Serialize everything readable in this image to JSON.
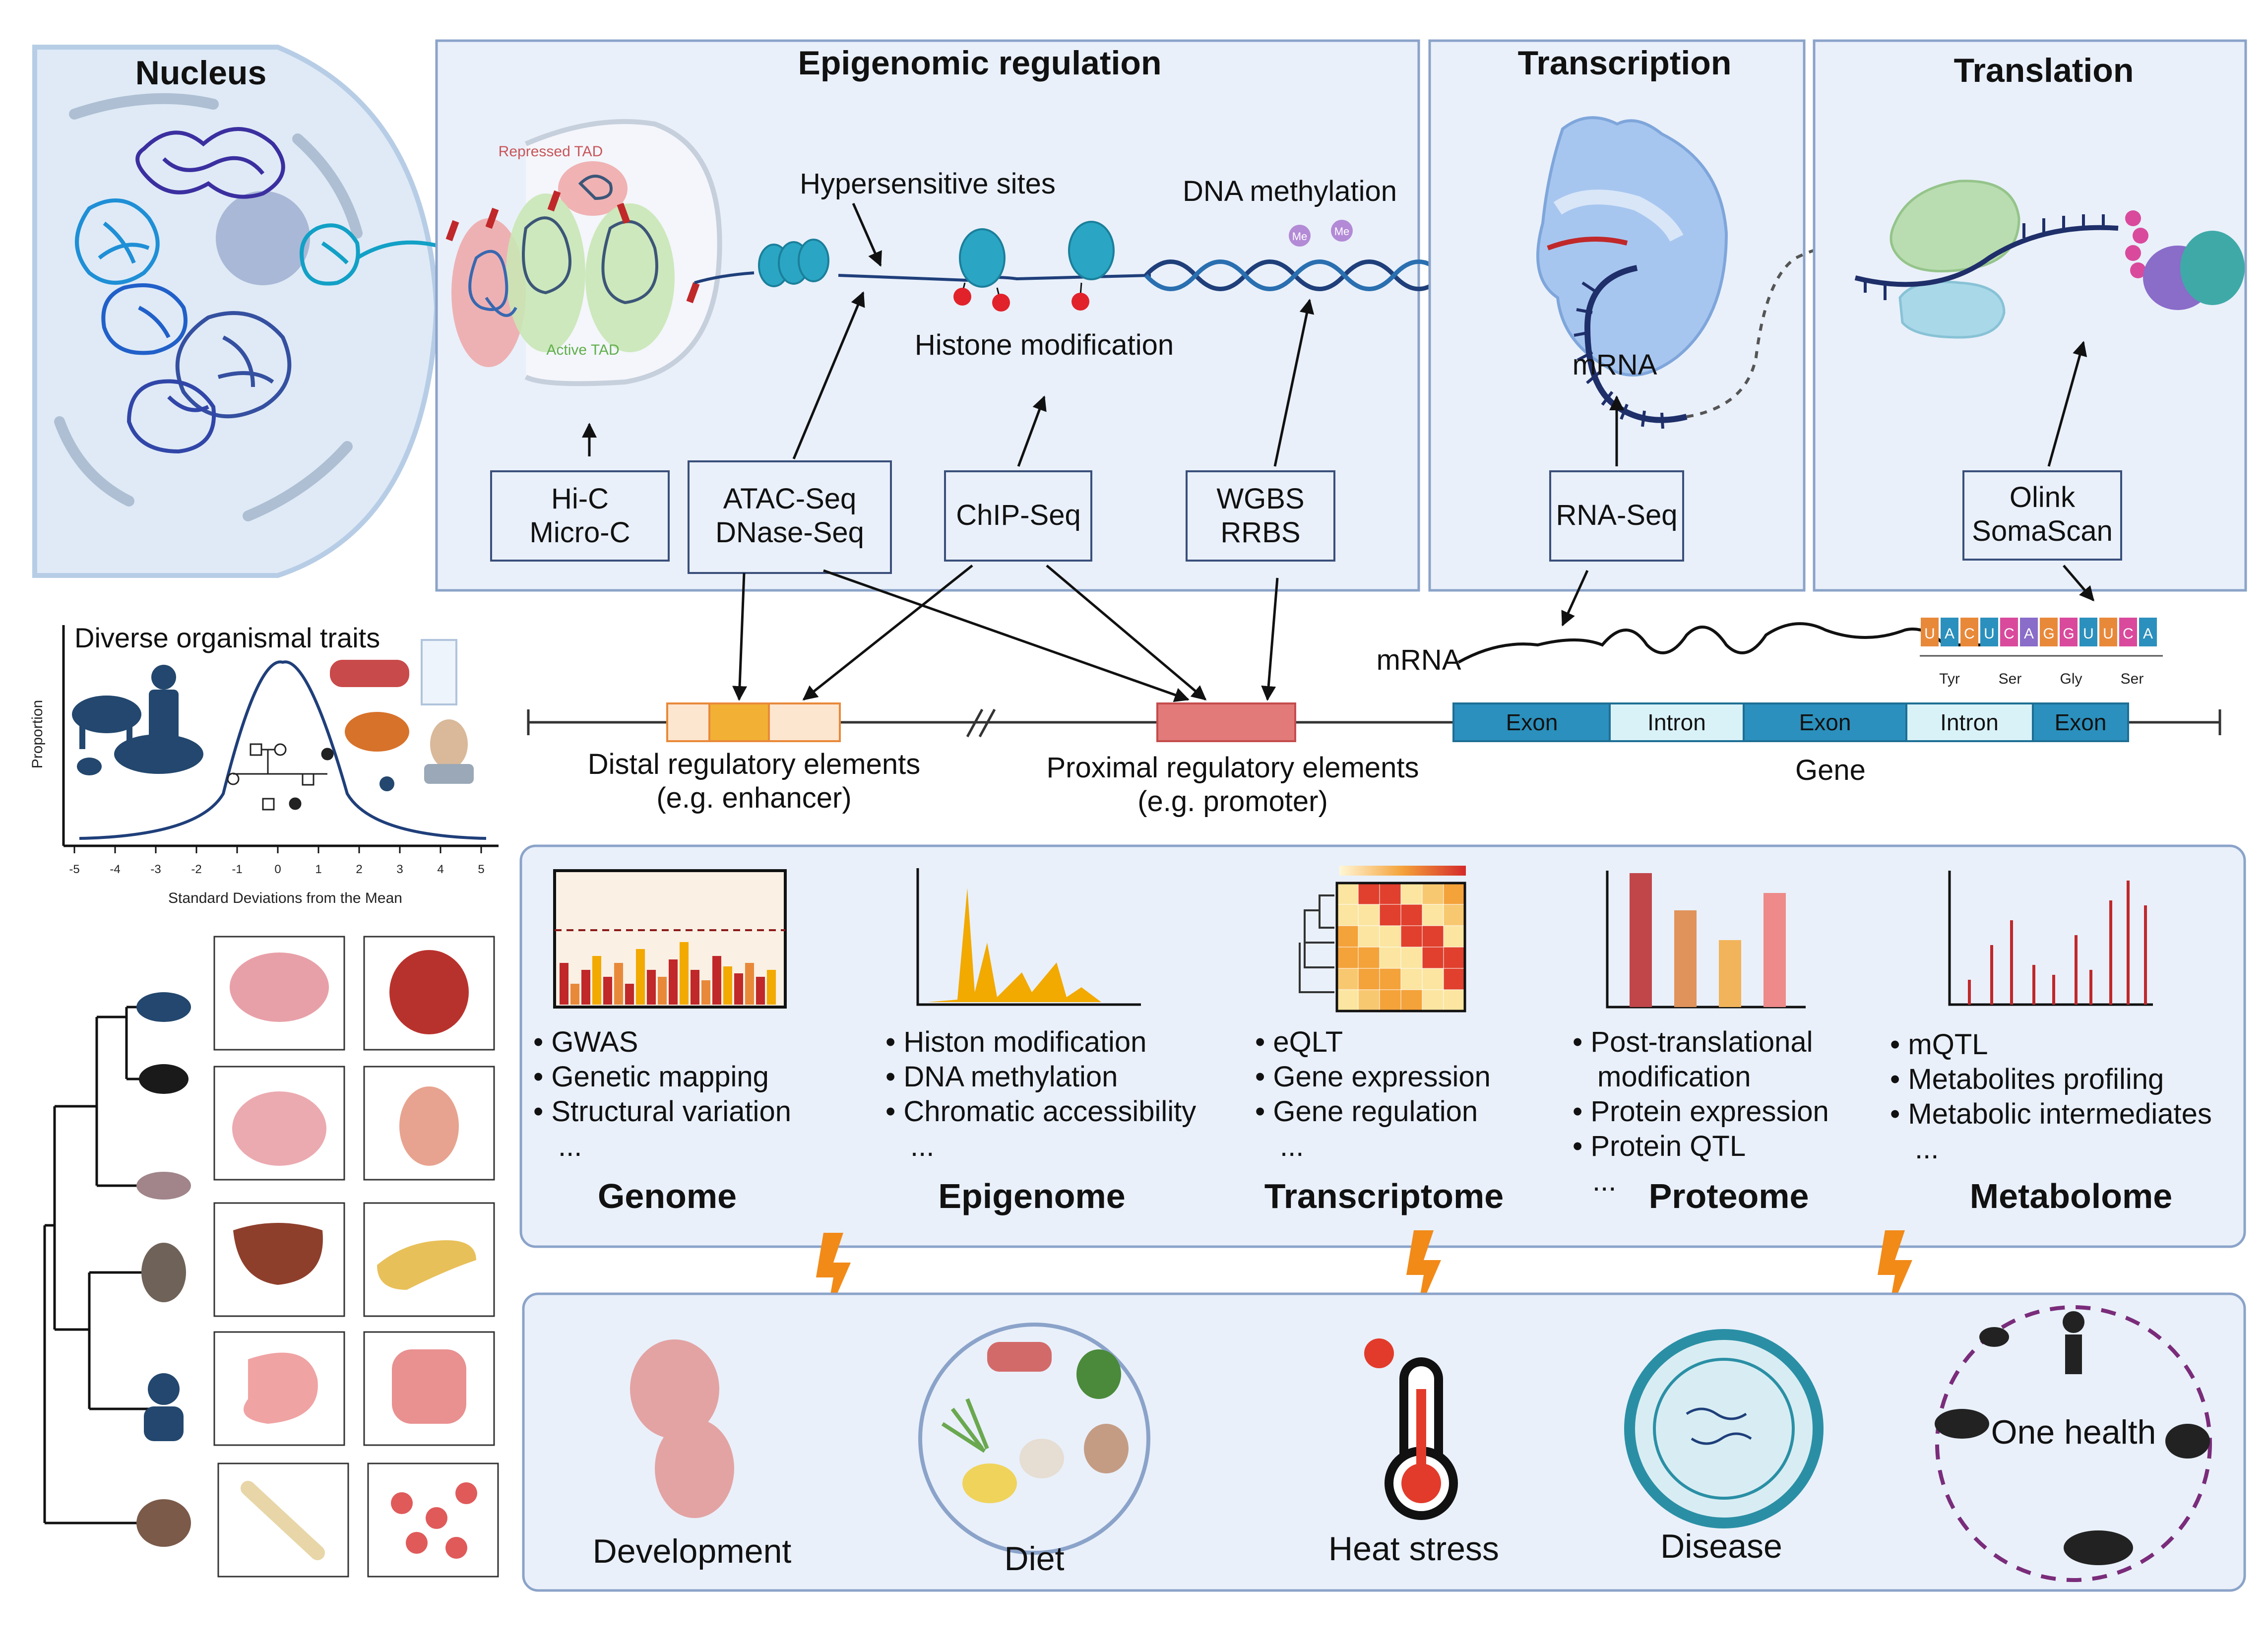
{
  "sections": {
    "nucleus": "Nucleus",
    "epigenomic": "Epigenomic regulation",
    "transcription": "Transcription",
    "translation": "Translation"
  },
  "chromatin": {
    "repressed_tad": "Repressed TAD",
    "active_tad": "Active TAD",
    "hypersensitive": "Hypersensitive sites",
    "histone_mod": "Histone modification",
    "dna_methylation": "DNA methylation",
    "me": "Me",
    "mrna": "mRNA"
  },
  "assays": {
    "hic": [
      "Hi-C",
      "Micro-C"
    ],
    "atac": [
      "ATAC-Seq",
      "DNase-Seq"
    ],
    "chip": [
      "ChIP-Seq"
    ],
    "wgbs": [
      "WGBS",
      "RRBS"
    ],
    "rnaseq": [
      "RNA-Seq"
    ],
    "olink": [
      "Olink",
      "SomaScan"
    ]
  },
  "gene_track": {
    "distal": [
      "Distal regulatory elements",
      "(e.g. enhancer)"
    ],
    "proximal": [
      "Proximal regulatory elements",
      "(e.g. promoter)"
    ],
    "gene": "Gene",
    "segments": [
      "Exon",
      "Intron",
      "Exon",
      "Intron",
      "Exon"
    ],
    "mrna": "mRNA",
    "codons": [
      "U",
      "A",
      "C",
      "U",
      "C",
      "A",
      "G",
      "G",
      "U",
      "U",
      "C",
      "A"
    ],
    "amino_acids": [
      "Tyr",
      "Ser",
      "Gly",
      "Ser"
    ]
  },
  "traits": {
    "title": "Diverse organismal traits",
    "ylabel": "Proportion",
    "xlabel": "Standard Deviations from the Mean",
    "ticks": [
      "-5",
      "-4",
      "-3",
      "-2",
      "-1",
      "0",
      "1",
      "2",
      "3",
      "4",
      "5"
    ]
  },
  "omics": [
    {
      "name": "Genome",
      "items": [
        "• GWAS",
        "• Genetic mapping",
        "• Structural variation",
        "..."
      ]
    },
    {
      "name": "Epigenome",
      "items": [
        "• Histon modification",
        "• DNA methylation",
        "• Chromatic accessibility",
        "..."
      ]
    },
    {
      "name": "Transcriptome",
      "items": [
        "• eQLT",
        "• Gene expression",
        "• Gene regulation",
        "..."
      ]
    },
    {
      "name": "Proteome",
      "items": [
        "• Post-translational",
        "modification",
        "• Protein expression",
        "• Protein QTL",
        "..."
      ]
    },
    {
      "name": "Metabolome",
      "items": [
        "• mQTL",
        "• Metabolites profiling",
        "• Metabolic intermediates",
        "..."
      ]
    }
  ],
  "factors": [
    "Development",
    "Diet",
    "Heat stress",
    "Disease",
    "One health"
  ],
  "colors": {
    "panel_fill": "#e9f0fa",
    "panel_stroke": "#8ba3c9",
    "dna_blue": "#1f3f7a",
    "nucleosome": "#2aa6c4",
    "exon": "#2b90bd",
    "intron": "#d9f2f8",
    "enhancer": "#f2b134",
    "promoter": "#e27a7a",
    "lightning": "#f28a18"
  }
}
